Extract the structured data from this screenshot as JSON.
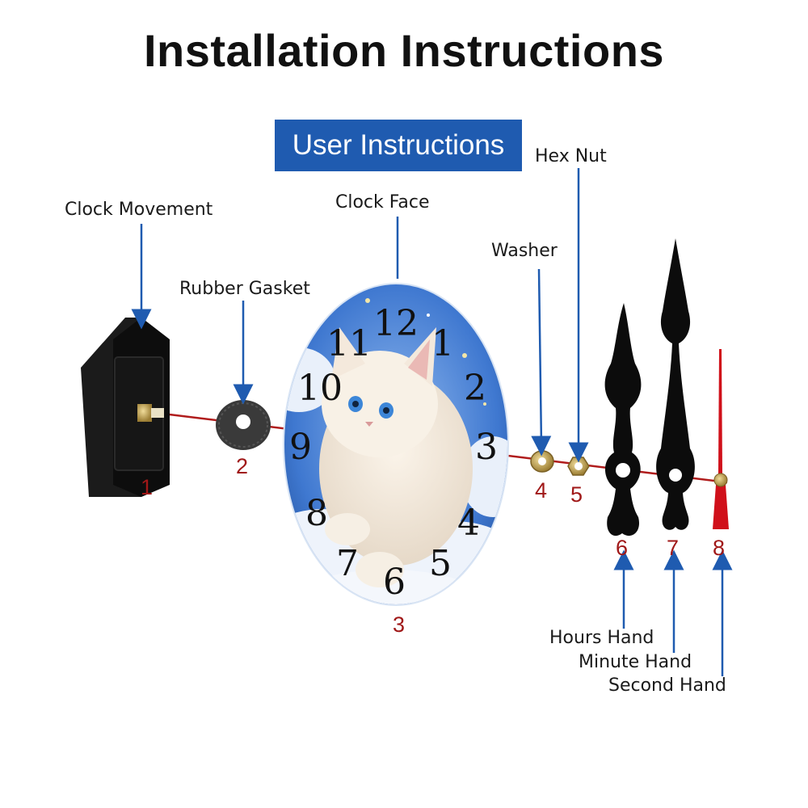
{
  "title": "Installation Instructions",
  "banner": "User Instructions",
  "parts": [
    {
      "number": "1",
      "label": "Clock Movement"
    },
    {
      "number": "2",
      "label": "Rubber Gasket"
    },
    {
      "number": "3",
      "label": "Clock Face"
    },
    {
      "number": "4",
      "label": "Washer"
    },
    {
      "number": "5",
      "label": "Hex Nut"
    },
    {
      "number": "6",
      "label": "Hours Hand"
    },
    {
      "number": "7",
      "label": "Minute Hand"
    },
    {
      "number": "8",
      "label": "Second Hand"
    }
  ],
  "clock_numerals": [
    "12",
    "1",
    "2",
    "3",
    "4",
    "5",
    "6",
    "7",
    "8",
    "9",
    "10",
    "11"
  ],
  "colors": {
    "banner": "#1f5bb0",
    "arrow": "#1f5bb0",
    "number": "#a01818",
    "axis": "#b01c1c",
    "second_hand": "#d0101a"
  }
}
